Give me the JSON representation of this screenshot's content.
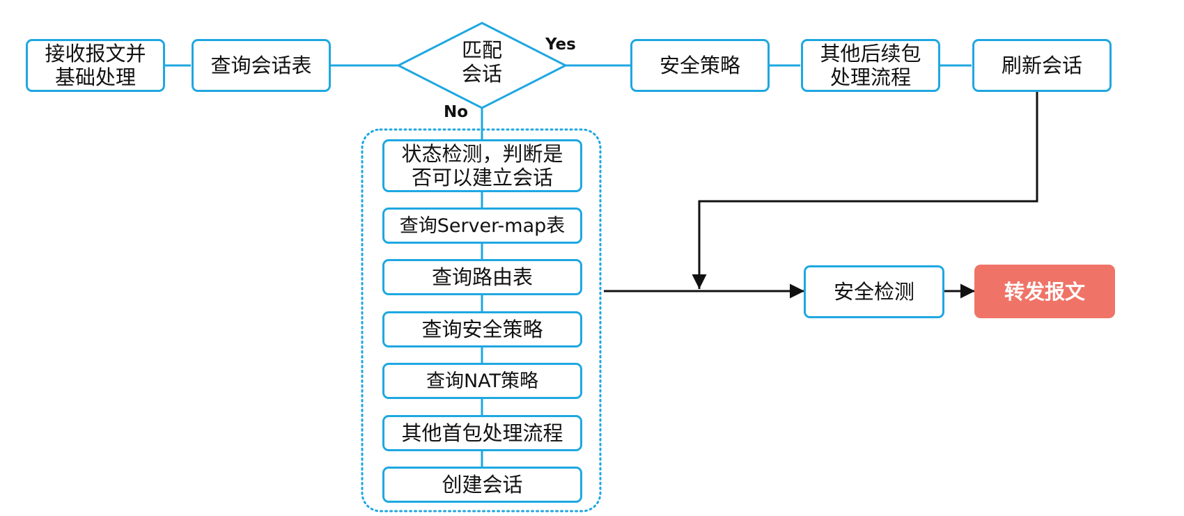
{
  "top_flow": {
    "receive": "接收报文并\n基础处理",
    "lookup_session": "查询会话表",
    "decision": "匹配\n会话",
    "yes_label": "Yes",
    "no_label": "No",
    "security_policy": "安全策略",
    "other_followup": "其他后续包\n处理流程",
    "refresh_session": "刷新会话"
  },
  "first_packet_group": {
    "steps": [
      "状态检测，判断是\n否可以建立会话",
      "查询Server-map表",
      "查询路由表",
      "查询安全策略",
      "查询NAT策略",
      "其他首包处理流程",
      "创建会话"
    ]
  },
  "end_flow": {
    "security_check": "安全检测",
    "forward": "转发报文"
  },
  "colors": {
    "box_border": "#1ea7e1",
    "connector": "#1ea7e1",
    "arrow": "#111111",
    "forward_fill": "#ef7467",
    "forward_text": "#ffffff"
  }
}
